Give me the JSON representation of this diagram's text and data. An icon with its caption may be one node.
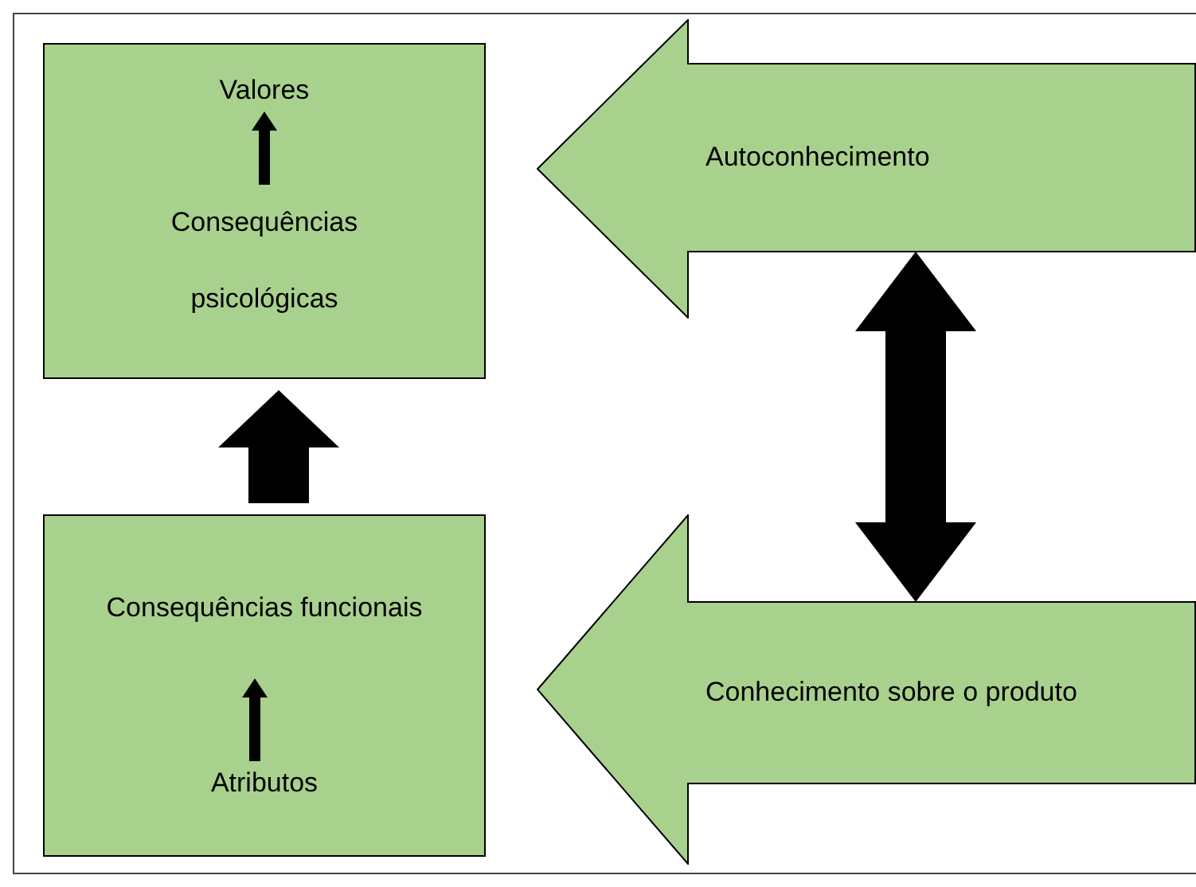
{
  "diagram": {
    "nodes": [
      {
        "text": [],
        "shape": "box"
      },
      {
        "text": [
          "Valores"
        ],
        "in": 0
      },
      {
        "text": [
          "Consequências psicológicas"
        ],
        "in": 0
      },
      {
        "text": [],
        "shape": "box"
      },
      {
        "text": [
          "Consequências funcionais"
        ],
        "in": 3
      },
      {
        "text": [
          "Atributos"
        ],
        "in": 3
      },
      {
        "text": [
          "Autoconhecimento"
        ]
      },
      {
        "text": [
          "Conhecimento sobre o produto"
        ]
      }
    ],
    "edges": [
      {
        "from": 2,
        "to": 1,
        "arrow": "to"
      },
      {
        "from": 5,
        "to": 4,
        "arrow": "to"
      },
      {
        "from": 3,
        "to": 0,
        "arrow": "to",
        "style": "thick"
      },
      {
        "from": 6,
        "to": 7,
        "arrow": "both",
        "style": "thick"
      }
    ]
  }
}
